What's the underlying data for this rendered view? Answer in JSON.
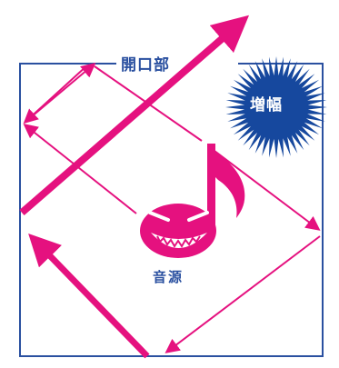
{
  "labels": {
    "opening": "開口部",
    "amplification": "増幅",
    "sound_source": "音源"
  },
  "colors": {
    "magenta": "#e5117f",
    "room_blue": "#2a50a0",
    "burst_blue": "#16489e",
    "opening_text": "#2a50a0",
    "source_text": "#2a50a0",
    "burst_text": "#ffffff",
    "background": "#ffffff"
  },
  "icons": {
    "sound_source": "grinning-eighth-note-icon",
    "amplification": "starburst-icon"
  }
}
